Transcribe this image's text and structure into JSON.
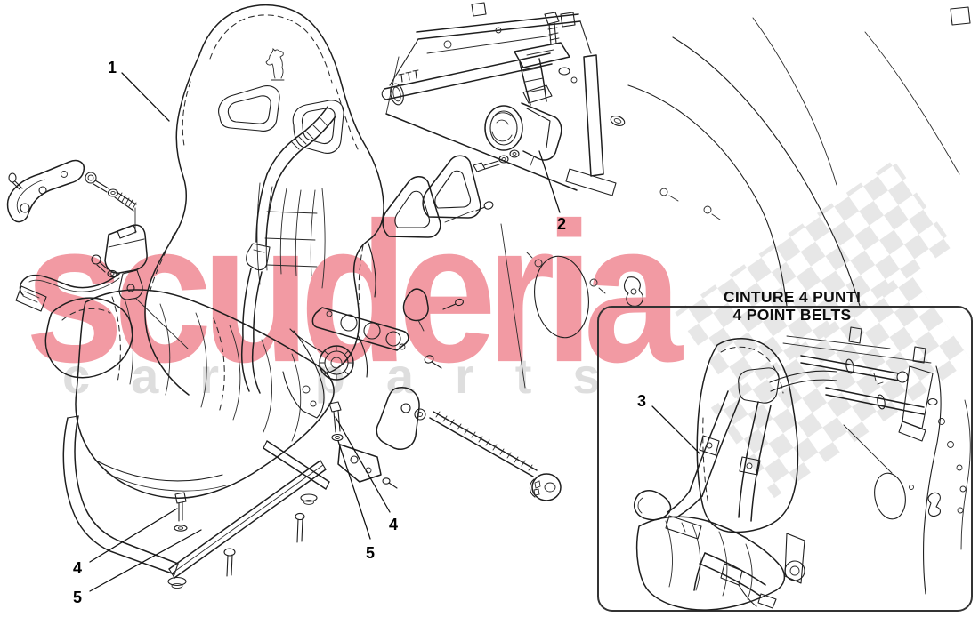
{
  "diagram": {
    "inset_title_line1": "CINTURE 4 PUNTI",
    "inset_title_line2": "4 POINT BELTS",
    "callouts": [
      {
        "label": "1"
      },
      {
        "label": "2"
      },
      {
        "label": "3"
      },
      {
        "label": "4"
      },
      {
        "label": "5"
      },
      {
        "label": "4"
      },
      {
        "label": "5"
      }
    ]
  },
  "watermark": {
    "brand": "scuderia",
    "subtitle": "car parts",
    "brand_color": "#f29ba3",
    "subtitle_color": "#dedede",
    "checker_color": "#d4d4d4"
  },
  "colors": {
    "background": "#ffffff",
    "line_art": "#1e1e1e",
    "inset_border": "#333333"
  }
}
